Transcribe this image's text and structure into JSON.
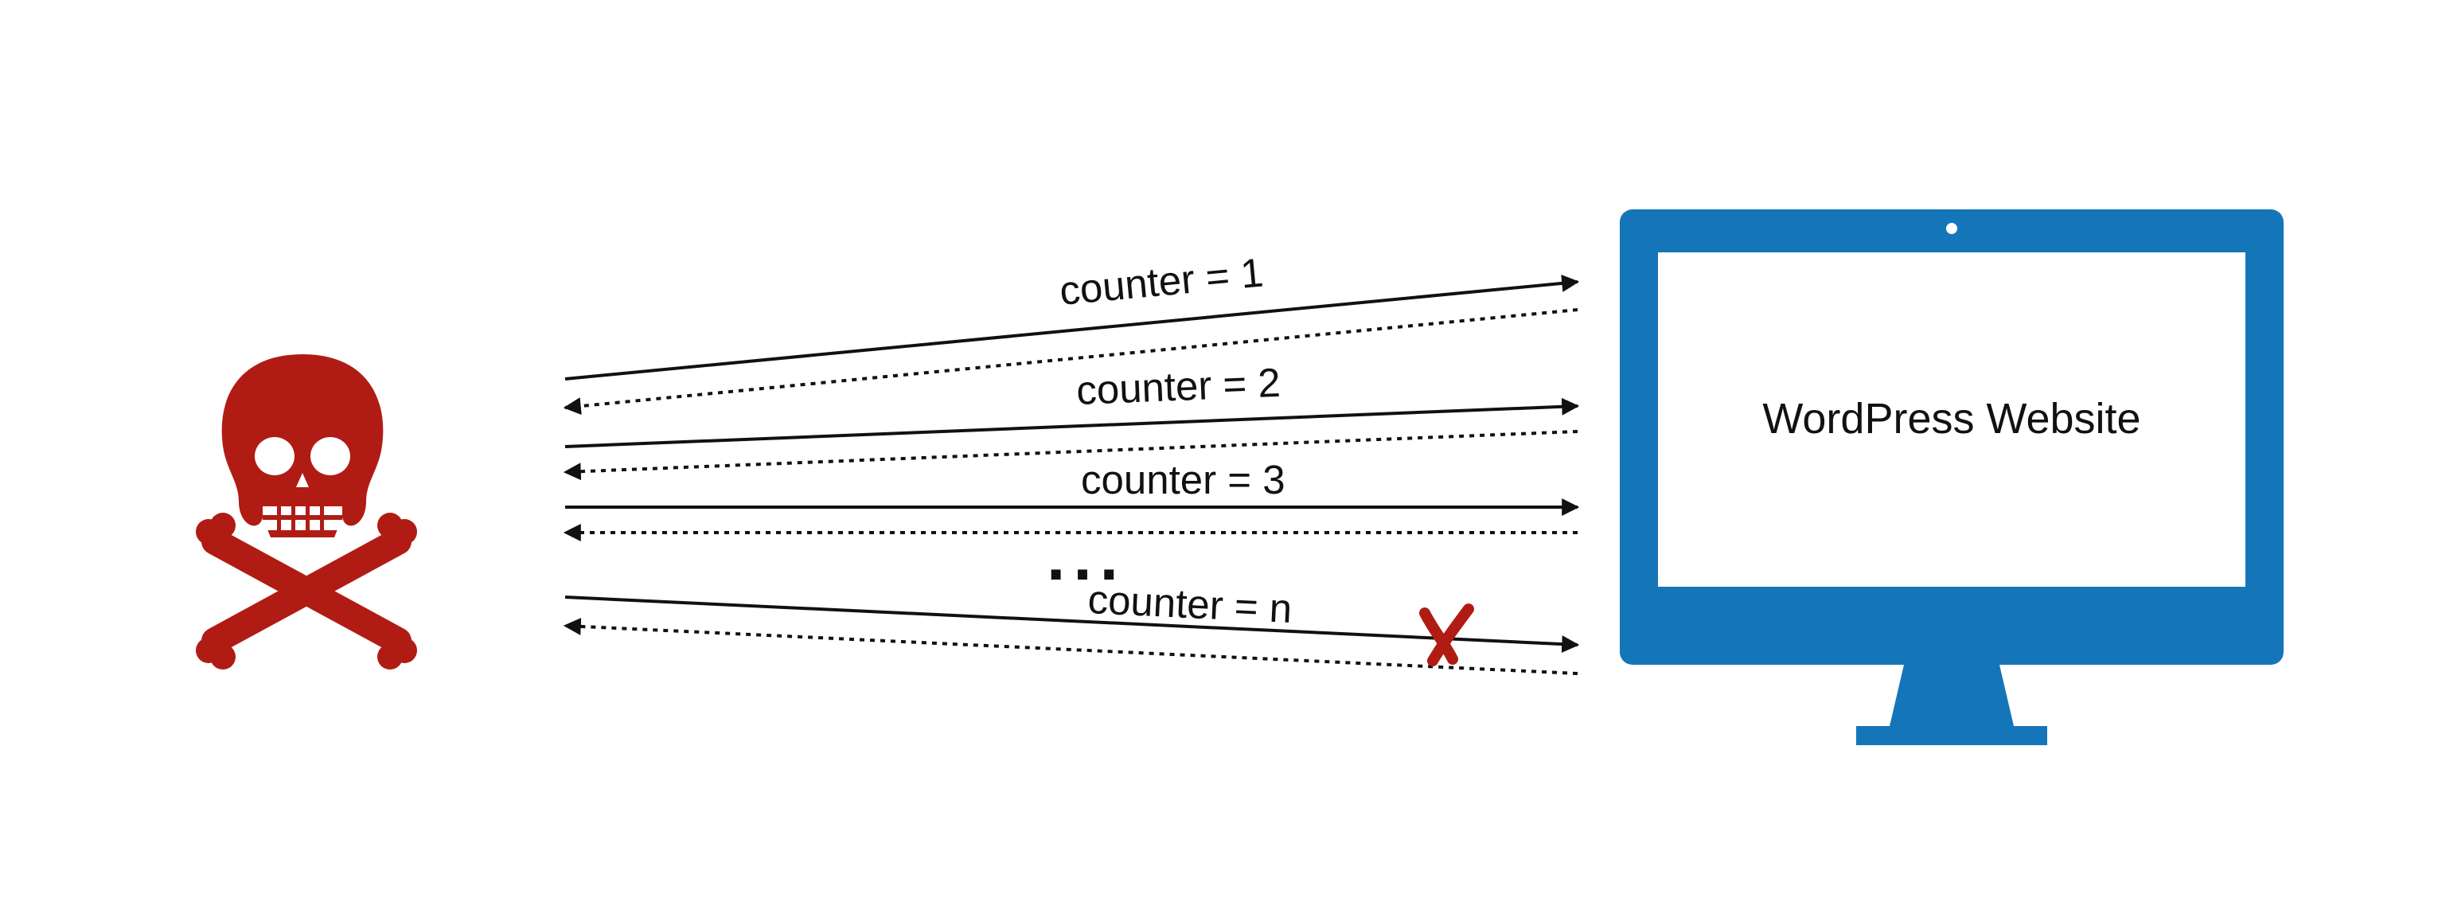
{
  "colors": {
    "attacker": "#b01c14",
    "monitor": "#1476b8",
    "screen": "#ffffff",
    "arrow": "#111111",
    "fail_mark": "#b01c14"
  },
  "attacker": {
    "icon": "skull-and-crossbones-icon"
  },
  "target": {
    "icon": "desktop-monitor-icon",
    "title": "WordPress Website"
  },
  "requests": [
    {
      "label": "counter = 1",
      "response": "returned"
    },
    {
      "label": "counter = 2",
      "response": "returned"
    },
    {
      "label": "counter = 3",
      "response": "returned"
    },
    {
      "label": "counter = n",
      "response": "returned",
      "blocked": true
    }
  ],
  "ellipsis": "...",
  "blocked_mark": {
    "icon": "red-x-icon"
  }
}
